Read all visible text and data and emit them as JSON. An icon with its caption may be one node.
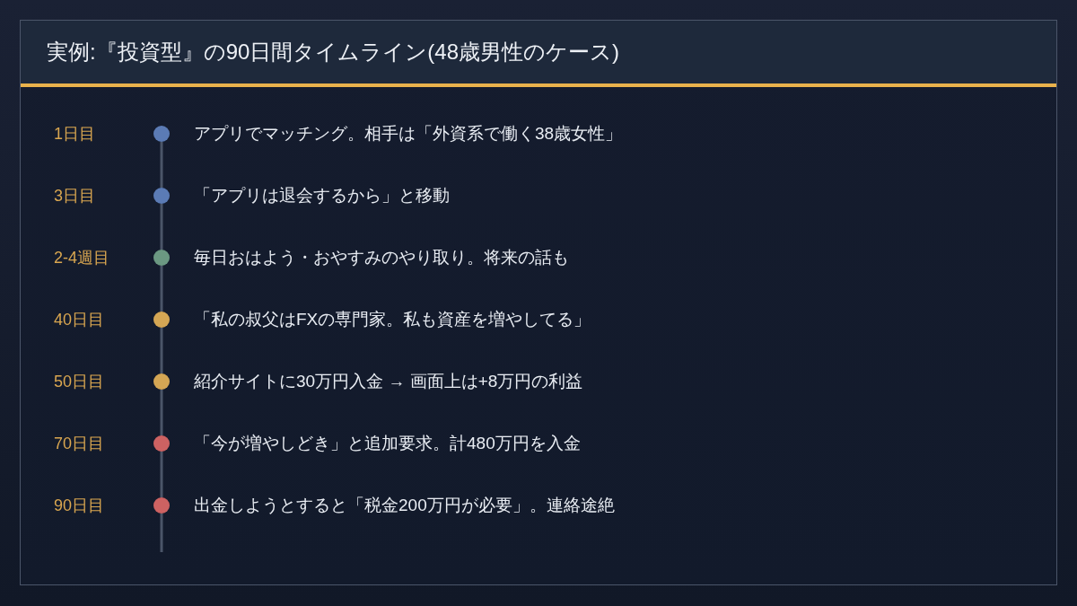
{
  "diagram": {
    "title": "実例:『投資型』の90日間タイムライン(48歳男性のケース)",
    "nodes": [
      {
        "text": [],
        "shape": "circle",
        "beside": [
          "1日目",
          "アプリでマッチング。相手は「外資系で働く38歳女性」"
        ]
      },
      {
        "text": [],
        "shape": "circle",
        "beside": [
          "3日目",
          "「アプリは退会するから」と移動"
        ]
      },
      {
        "text": [],
        "shape": "circle",
        "beside": [
          "2-4週目",
          "毎日おはよう・おやすみのやり取り。将来の話も"
        ]
      },
      {
        "text": [],
        "shape": "circle",
        "beside": [
          "40日目",
          "「私の叔父はFXの専門家。私も資産を増やしてる」"
        ]
      },
      {
        "text": [],
        "shape": "circle",
        "beside": [
          "50日目",
          "紹介サイトに30万円入金 → 画面上は+8万円の利益"
        ]
      },
      {
        "text": [],
        "shape": "circle",
        "beside": [
          "70日目",
          "「今が増やしどき」と追加要求。計480万円を入金"
        ]
      },
      {
        "text": [],
        "shape": "circle",
        "beside": [
          "90日目",
          "出金しようとすると「税金200万円が必要」。連絡途絶"
        ]
      }
    ],
    "edges": [
      {
        "from": 0,
        "to": 1,
        "arrow": "none"
      },
      {
        "from": 1,
        "to": 2,
        "arrow": "none"
      },
      {
        "from": 2,
        "to": 3,
        "arrow": "none"
      },
      {
        "from": 3,
        "to": 4,
        "arrow": "none"
      },
      {
        "from": 4,
        "to": 5,
        "arrow": "none"
      },
      {
        "from": 5,
        "to": 6,
        "arrow": "none"
      },
      {
        "from": 6,
        "to": null,
        "arrow": "none"
      }
    ]
  }
}
